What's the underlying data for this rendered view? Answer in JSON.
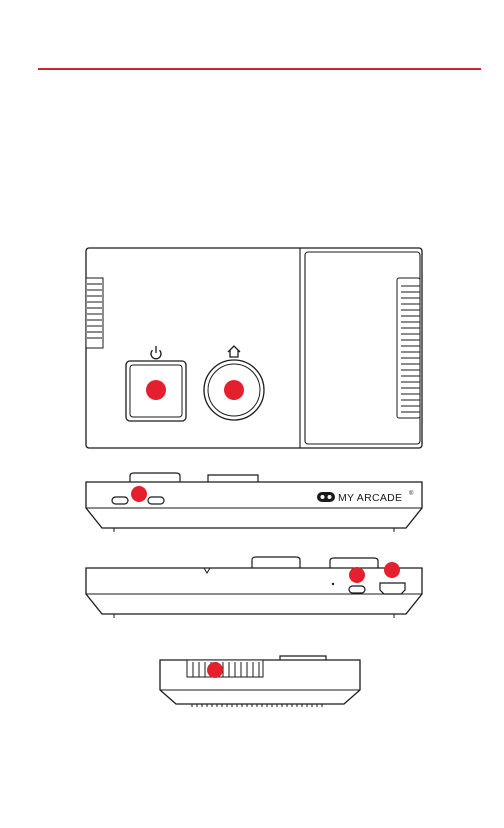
{
  "header": {
    "accent_color": "#d4202f"
  },
  "views": {
    "top": {
      "power_icon": "power-icon",
      "home_icon": "home-icon"
    },
    "front": {
      "brand_text": "MY ARCADE",
      "brand_mark": "®",
      "logo_icon": "gamepad-logo-icon"
    },
    "back": {
      "ports": [
        "usb-c-port",
        "hdmi-port"
      ]
    },
    "side": {}
  },
  "markers": {
    "color": "#e5202e",
    "count": 6
  }
}
